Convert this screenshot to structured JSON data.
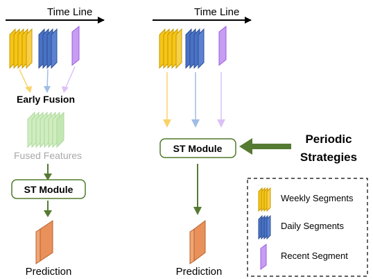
{
  "left": {
    "timeline_label": "Time Line",
    "fusion_label": "Early Fusion",
    "fused_label": "Fused Features",
    "module_label": "ST Module",
    "prediction_label": "Prediction"
  },
  "right": {
    "timeline_label": "Time Line",
    "module_label": "ST Module",
    "strategy_label_line1": "Periodic",
    "strategy_label_line2": "Strategies",
    "prediction_label": "Prediction"
  },
  "legend": {
    "items": [
      {
        "label": "Weekly Segments"
      },
      {
        "label": "Daily Segments"
      },
      {
        "label": "Recent Segment"
      }
    ]
  },
  "colors": {
    "weekly": "#f5c518",
    "daily": "#4a72c4",
    "recent": "#c79cf2",
    "fused": "#b9e3a6",
    "prediction": "#e8915a",
    "module_border": "#4f7a2b",
    "arrow_green": "#557a32"
  }
}
